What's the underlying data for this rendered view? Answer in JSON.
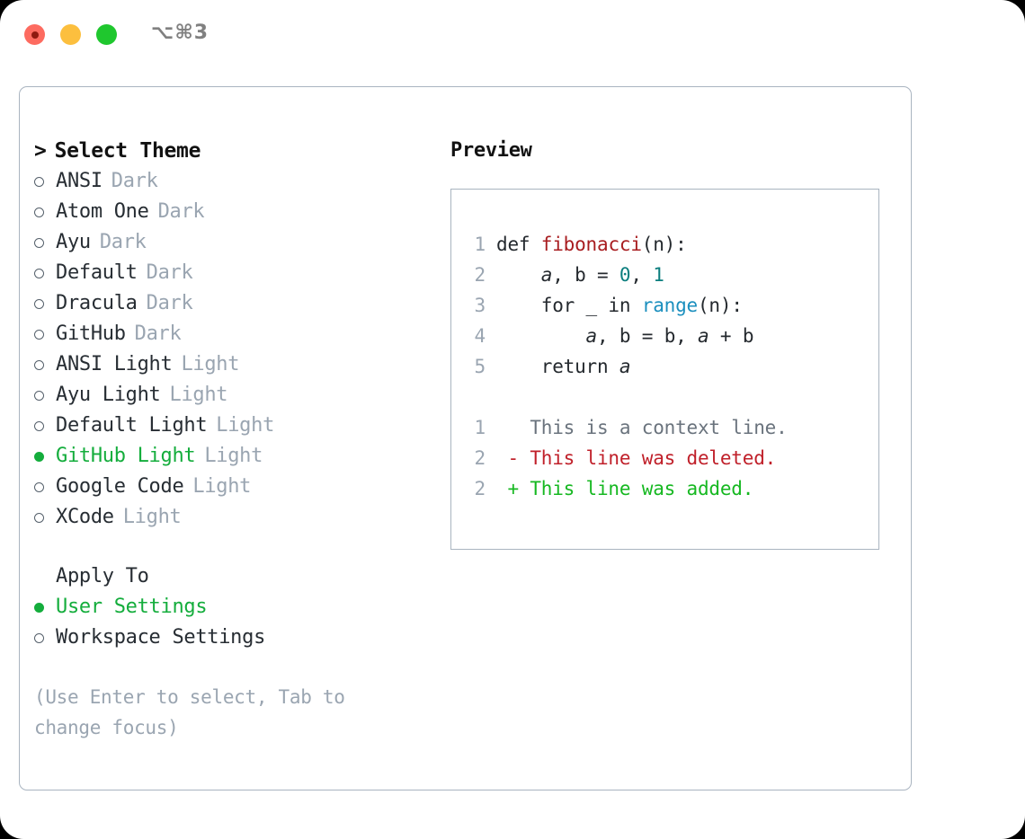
{
  "window": {
    "shortcut_label": "⌥⌘3",
    "traffic_lights": [
      {
        "name": "close",
        "color": "#fd6b60"
      },
      {
        "name": "minimize",
        "color": "#fcbf3e"
      },
      {
        "name": "maximize",
        "color": "#1fc72e"
      }
    ]
  },
  "theme_picker": {
    "header": "Select Theme",
    "caret": ">",
    "items": [
      {
        "name": "ANSI",
        "tag": "Dark",
        "selected": false
      },
      {
        "name": "Atom One",
        "tag": "Dark",
        "selected": false
      },
      {
        "name": "Ayu",
        "tag": "Dark",
        "selected": false
      },
      {
        "name": "Default",
        "tag": "Dark",
        "selected": false
      },
      {
        "name": "Dracula",
        "tag": "Dark",
        "selected": false
      },
      {
        "name": "GitHub",
        "tag": "Dark",
        "selected": false
      },
      {
        "name": "ANSI Light",
        "tag": "Light",
        "selected": false
      },
      {
        "name": "Ayu Light",
        "tag": "Light",
        "selected": false
      },
      {
        "name": "Default Light",
        "tag": "Light",
        "selected": false
      },
      {
        "name": "GitHub Light",
        "tag": "Light",
        "selected": true
      },
      {
        "name": "Google Code",
        "tag": "Light",
        "selected": false
      },
      {
        "name": "XCode",
        "tag": "Light",
        "selected": false
      }
    ]
  },
  "apply_to": {
    "header": "Apply To",
    "options": [
      {
        "label": "User Settings",
        "selected": true
      },
      {
        "label": "Workspace Settings",
        "selected": false
      }
    ]
  },
  "hint": "(Use Enter to select, Tab to change focus)",
  "preview": {
    "title": "Preview",
    "code_lines": [
      {
        "number": "1",
        "tokens": [
          {
            "text": "def ",
            "style": "plain"
          },
          {
            "text": "fibonacci",
            "style": "fn"
          },
          {
            "text": "(n):",
            "style": "plain"
          }
        ]
      },
      {
        "number": "2",
        "tokens": [
          {
            "text": "    ",
            "style": "plain"
          },
          {
            "text": "a",
            "style": "var"
          },
          {
            "text": ", ",
            "style": "plain"
          },
          {
            "text": "b",
            "style": "plain"
          },
          {
            "text": " = ",
            "style": "plain"
          },
          {
            "text": "0",
            "style": "num"
          },
          {
            "text": ", ",
            "style": "plain"
          },
          {
            "text": "1",
            "style": "num"
          }
        ]
      },
      {
        "number": "3",
        "tokens": [
          {
            "text": "    for _ in ",
            "style": "plain"
          },
          {
            "text": "range",
            "style": "blue"
          },
          {
            "text": "(n):",
            "style": "plain"
          }
        ]
      },
      {
        "number": "4",
        "tokens": [
          {
            "text": "        ",
            "style": "plain"
          },
          {
            "text": "a",
            "style": "var"
          },
          {
            "text": ", ",
            "style": "plain"
          },
          {
            "text": "b",
            "style": "plain"
          },
          {
            "text": " = ",
            "style": "plain"
          },
          {
            "text": "b",
            "style": "plain"
          },
          {
            "text": ", ",
            "style": "plain"
          },
          {
            "text": "a",
            "style": "var"
          },
          {
            "text": " + ",
            "style": "plain"
          },
          {
            "text": "b",
            "style": "plain"
          }
        ]
      },
      {
        "number": "5",
        "tokens": [
          {
            "text": "    return ",
            "style": "plain"
          },
          {
            "text": "a",
            "style": "var"
          }
        ]
      }
    ],
    "diff_lines": [
      {
        "number": "1",
        "marker": " ",
        "text": "This is a context line.",
        "kind": "context"
      },
      {
        "number": "2",
        "marker": "-",
        "text": "This line was deleted.",
        "kind": "deleted"
      },
      {
        "number": "2",
        "marker": "+",
        "text": "This line was added.",
        "kind": "added"
      }
    ]
  },
  "colors": {
    "accent_green": "#14ad3c",
    "muted": "#9aa5b1",
    "border": "#a9b4c0",
    "fn_red": "#a81d20",
    "num_teal": "#0b7e7e",
    "kw_blue": "#1b8fbe",
    "diff_delete": "#c0202a",
    "diff_add": "#16b821"
  }
}
